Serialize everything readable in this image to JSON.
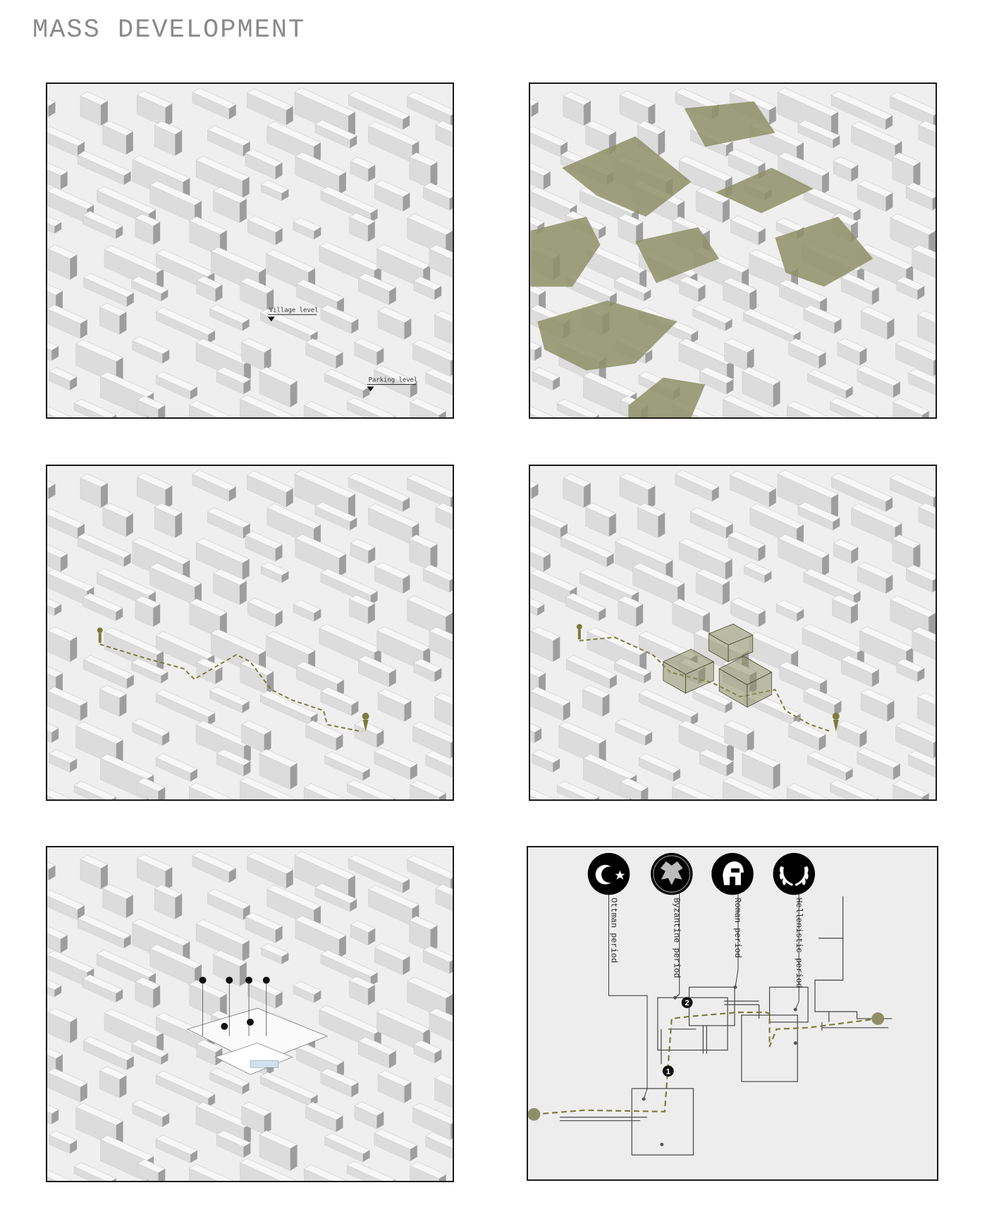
{
  "title": "MASS DEVELOPMENT",
  "panel1": {
    "village_label": "Village level",
    "parking_label": "Parking level"
  },
  "periods": [
    {
      "label": "Ottman period",
      "icon": "crescent-star-icon"
    },
    {
      "label": "Byzantine period",
      "icon": "double-headed-eagle-icon"
    },
    {
      "label": "Roman period",
      "icon": "roman-helmet-icon"
    },
    {
      "label": "Hellenistic period",
      "icon": "laurel-wreath-icon"
    }
  ],
  "markers": {
    "one": "1",
    "two": "2"
  },
  "colors": {
    "accent_green": "#8e8f66",
    "path_dash": "#7d7a3c",
    "panel_bg": "#efefef",
    "building_shadow": "#9e9e9e",
    "icon_circle": "#000000"
  }
}
